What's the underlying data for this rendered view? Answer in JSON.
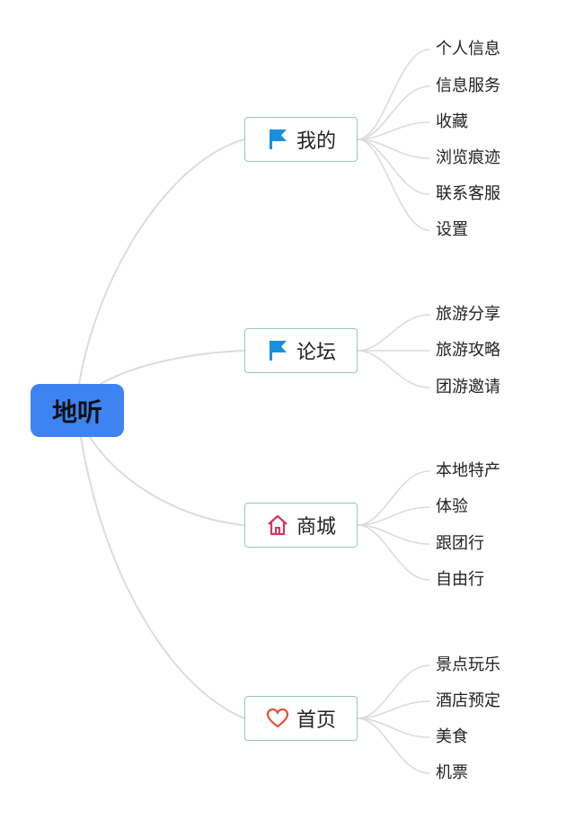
{
  "root": {
    "label": "地听",
    "color": "#3d83f1"
  },
  "branches": [
    {
      "label": "我的",
      "icon": "flag-icon",
      "icon_color": "#1a8fdf",
      "leaves": [
        "个人信息",
        "信息服务",
        "收藏",
        "浏览痕迹",
        "联系客服",
        "设置"
      ]
    },
    {
      "label": "论坛",
      "icon": "flag-icon",
      "icon_color": "#1a8fdf",
      "leaves": [
        "旅游分享",
        "旅游攻略",
        "团游邀请"
      ]
    },
    {
      "label": "商城",
      "icon": "home-icon",
      "icon_color": "#d8345f",
      "leaves": [
        "本地特产",
        "体验",
        "跟团行",
        "自由行"
      ]
    },
    {
      "label": "首页",
      "icon": "heart-icon",
      "icon_color": "#e0523a",
      "leaves": [
        "景点玩乐",
        "酒店预定",
        "美食",
        "机票"
      ]
    }
  ],
  "colors": {
    "connector": "#dcdcdc",
    "branch_border": "#97c7b6"
  }
}
